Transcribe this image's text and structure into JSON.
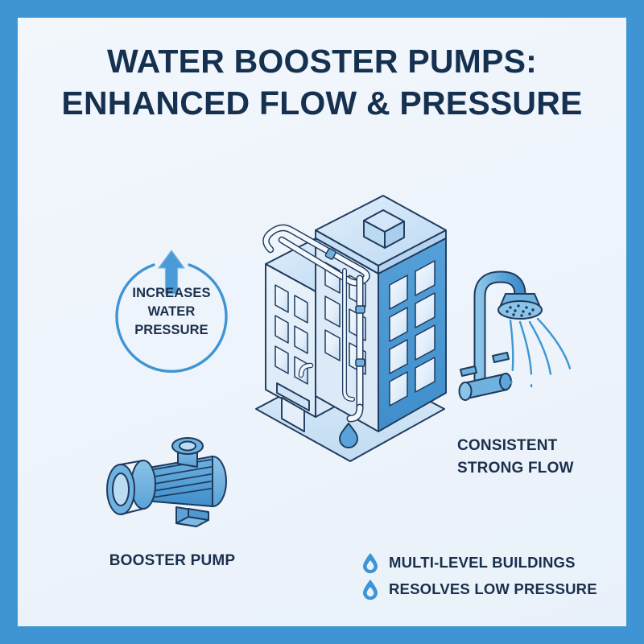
{
  "poster": {
    "border_color": "#3f95d4",
    "background_color": "#eef4fb",
    "heading_color": "#15314f",
    "accent_blue": "#3f95d4",
    "deep_blue": "#2b7fc0",
    "light_blue": "#cfe4f7"
  },
  "title": {
    "line1": "WATER BOOSTER PUMPS:",
    "line2": "ENHANCED FLOW & PRESSURE"
  },
  "badge": {
    "icon": "arrow-up-icon",
    "line1": "INCREASES",
    "line2": "WATER",
    "line3": "PRESSURE",
    "ring_color": "#3f95d4"
  },
  "illustrations": {
    "building": {
      "name": "multi-story-building-illustration",
      "description": "Isometric multi-level building with external water riser pipes and rooftop tank"
    },
    "pump": {
      "name": "booster-pump-illustration",
      "description": "Isometric blue centrifugal booster pump with motor fins, flange inlet and top outlet port"
    },
    "shower": {
      "name": "shower-head-illustration",
      "description": "Wall shower with curved riser, mixer valve and four water jets"
    }
  },
  "captions": {
    "pump": "BOOSTER PUMP",
    "shower_line1": "CONSISTENT",
    "shower_line2": "STRONG FLOW"
  },
  "bullets": [
    {
      "icon": "water-drop-icon",
      "label": "MULTI-LEVEL BUILDINGS"
    },
    {
      "icon": "water-drop-icon",
      "label": "RESOLVES LOW PRESSURE"
    }
  ]
}
